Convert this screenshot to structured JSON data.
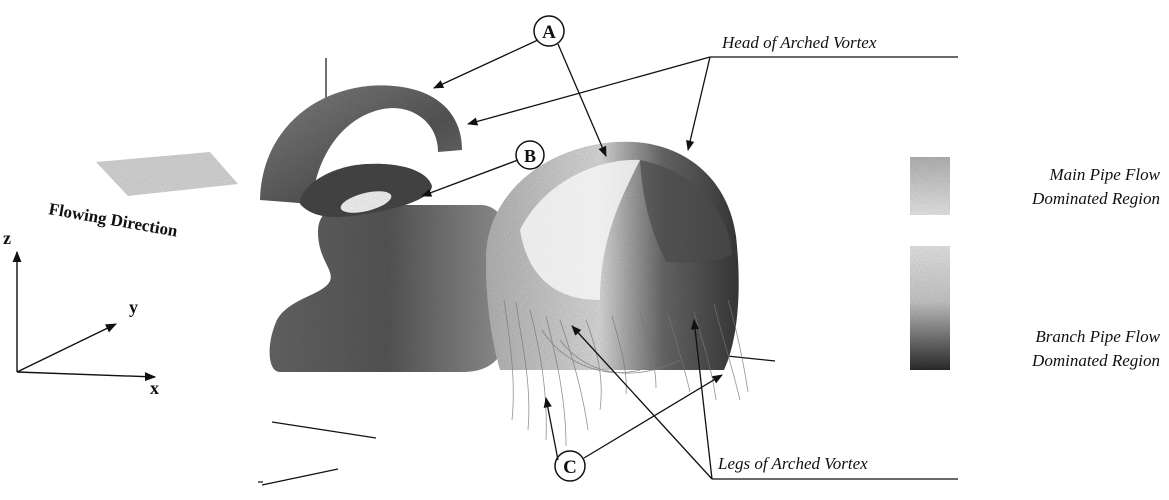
{
  "annotations": {
    "head_label": "Head of Arched Vortex",
    "legs_label": "Legs of Arched Vortex",
    "flow_direction": "Flowing Direction",
    "marker_a": "A",
    "marker_b": "B",
    "marker_c": "C"
  },
  "axes": {
    "z": "z",
    "y": "y",
    "x": "x"
  },
  "legend": {
    "top_line1": "Main Pipe Flow",
    "top_line2": "Dominated Region",
    "bottom_line1": "Branch Pipe Flow",
    "bottom_line2": "Dominated Region"
  },
  "colors": {
    "ink": "#111111",
    "surface_dark": "#3a3a3a",
    "surface_mid": "#7a7a7a",
    "surface_light": "#d8d8d8"
  }
}
